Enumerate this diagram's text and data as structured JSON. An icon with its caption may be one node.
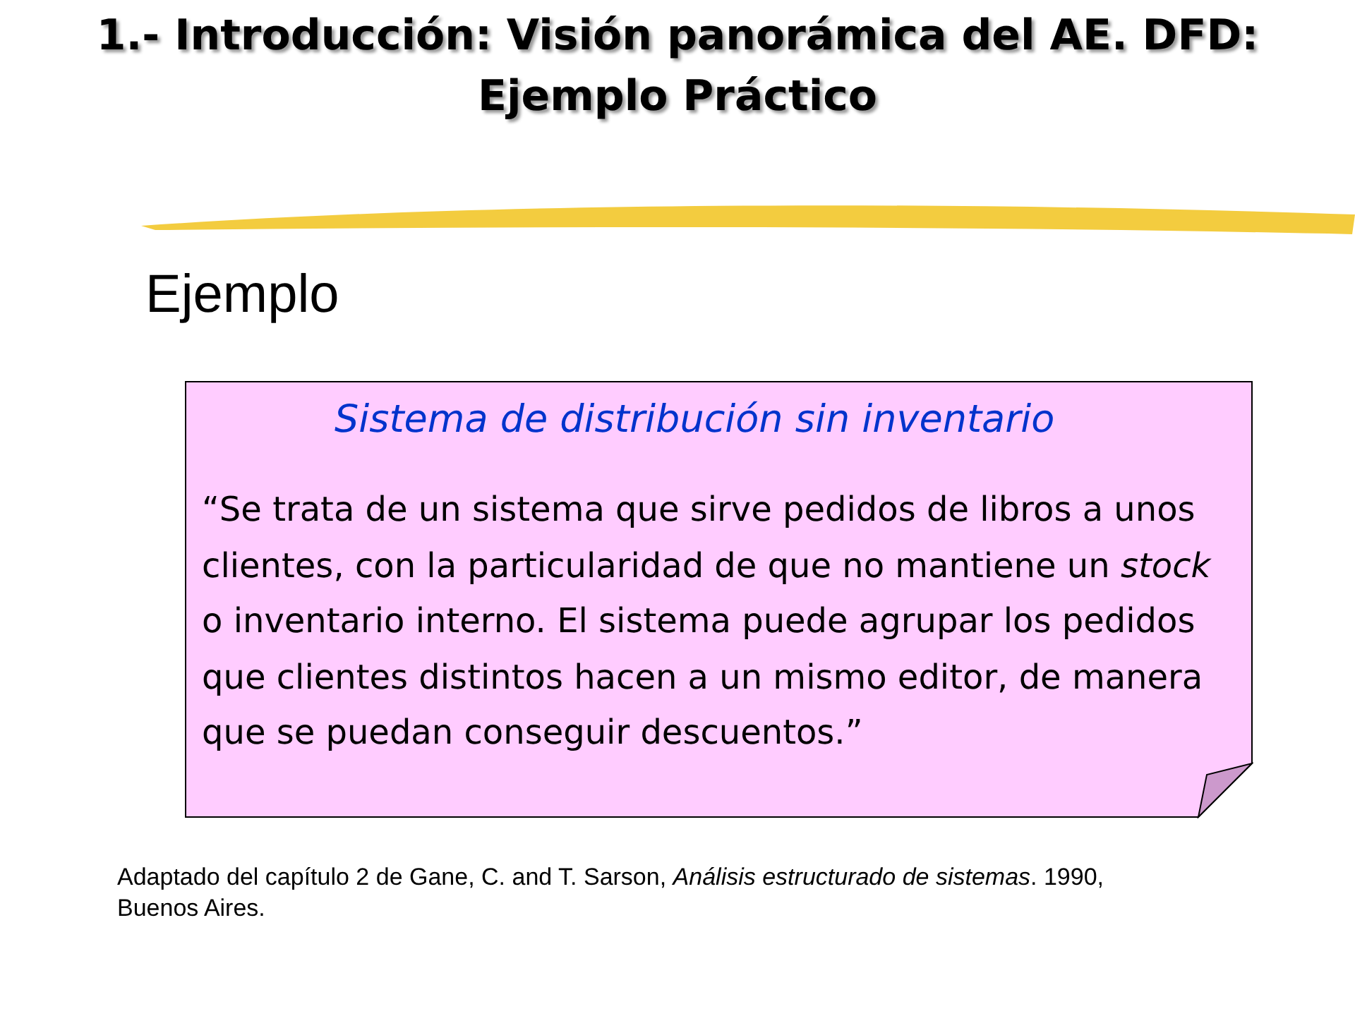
{
  "diagram": {
    "title": "1.- Introducción: Visión panorámica del AE. DFD: Ejemplo Práctico",
    "nodes": [
      {
        "text": [
          "Sistema de distribución sin inventario",
          "“Se trata de un sistema que sirve pedidos de libros a unos clientes, con la particularidad de que no mantiene un *stock* o inventario interno. El sistema puede agrupar los pedidos que clientes distintos hacen a un mismo editor, de manera que se puedan conseguir descuentos.”"
        ]
      }
    ],
    "labels": [
      "Ejemplo",
      "Adaptado del capítulo 2 de Gane, C. and T. Sarson, *Análisis estructurado de sistemas*. 1990, Buenos Aires."
    ]
  }
}
